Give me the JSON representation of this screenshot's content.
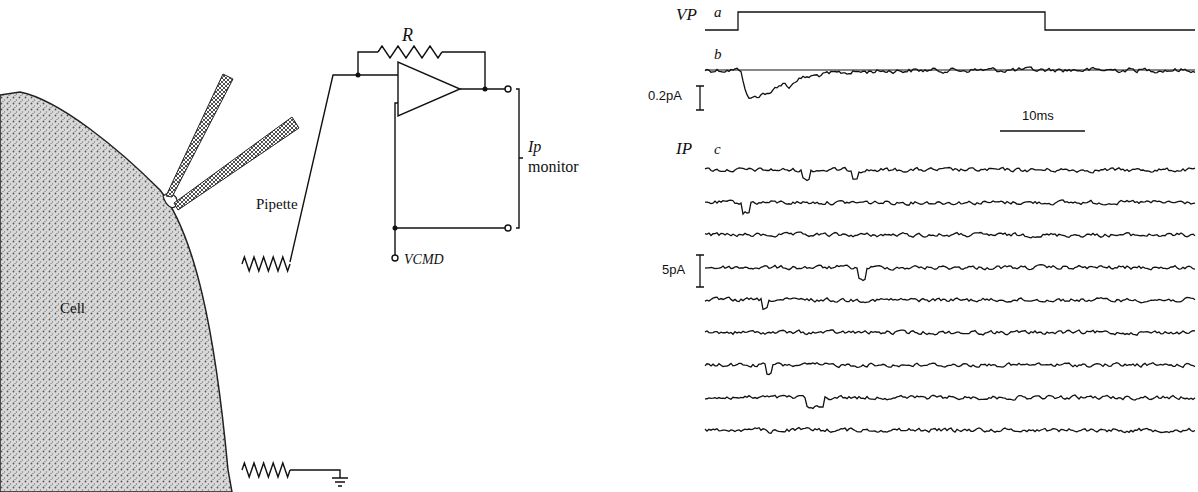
{
  "diagram": {
    "labels": [
      "R",
      "Ip",
      "monitor",
      "VCMD",
      "Cell",
      "Pipette",
      "VP",
      "a",
      "b",
      "0.2pA",
      "10ms",
      "IP",
      "c",
      "5pA"
    ]
  }
}
